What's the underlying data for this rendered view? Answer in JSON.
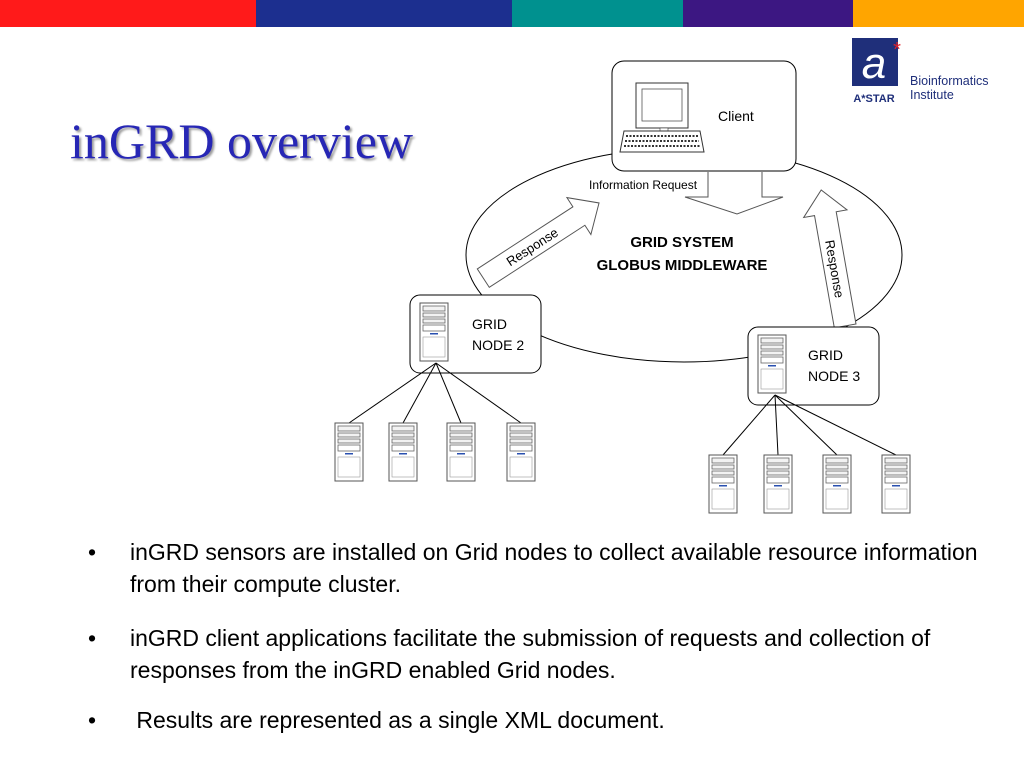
{
  "header": {
    "band_colors": [
      "#ff1a1a",
      "#1c2f8f",
      "#00918f",
      "#3c1782",
      "#ffa500"
    ]
  },
  "title": "inGRD overview",
  "logo": {
    "mark": "A*STAR",
    "line1": "Bioinformatics",
    "line2": "Institute"
  },
  "diagram": {
    "client_label": "Client",
    "info_request": "Information Request",
    "system_line1": "GRID SYSTEM",
    "system_line2": "GLOBUS MIDDLEWARE",
    "response_left": "Response",
    "response_right": "Response",
    "node2_line1": "GRID",
    "node2_line2": "NODE 2",
    "node3_line1": "GRID",
    "node3_line2": "NODE 3"
  },
  "bullets": [
    {
      "marker": "•",
      "text": "inGRD sensors are installed on Grid nodes to collect available resource information from their compute cluster."
    },
    {
      "marker": "•",
      "text": "inGRD client applications facilitate the submission of requests and collection of responses from the inGRD enabled Grid nodes."
    },
    {
      "marker": "•",
      "text": " Results are represented as a single XML document."
    }
  ]
}
